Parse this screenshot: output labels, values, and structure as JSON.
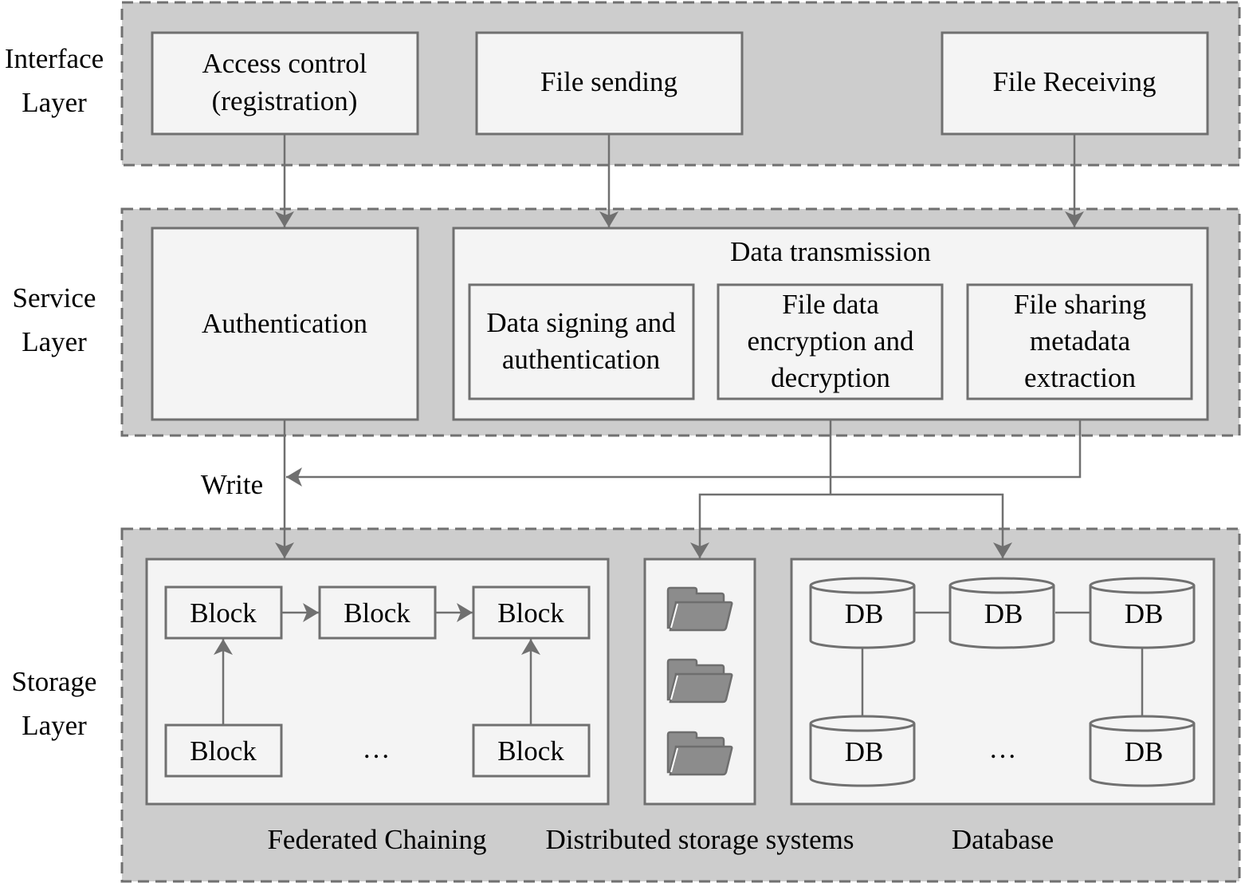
{
  "layers": {
    "interface": {
      "label_line1": "Interface",
      "label_line2": "Layer"
    },
    "service": {
      "label_line1": "Service",
      "label_line2": "Layer"
    },
    "storage": {
      "label_line1": "Storage",
      "label_line2": "Layer"
    }
  },
  "interface_boxes": {
    "access_control": {
      "line1": "Access control",
      "line2": "(registration)"
    },
    "file_sending": {
      "line1": "File sending"
    },
    "file_receiving": {
      "line1": "File Receiving"
    }
  },
  "service_boxes": {
    "authentication": {
      "line1": "Authentication"
    },
    "data_transmission": {
      "title": "Data transmission",
      "signing": {
        "line1": "Data signing and",
        "line2": "authentication"
      },
      "encryption": {
        "line1": "File data",
        "line2": "encryption and",
        "line3": "decryption"
      },
      "metadata": {
        "line1": "File sharing",
        "line2": "metadata",
        "line3": "extraction"
      }
    }
  },
  "connector_labels": {
    "write": "Write"
  },
  "storage": {
    "federated": {
      "caption": "Federated Chaining",
      "blocks": [
        "Block",
        "Block",
        "Block",
        "Block",
        "Block"
      ],
      "ellipsis": "…"
    },
    "distributed": {
      "caption": "Distributed storage systems",
      "icons": [
        "folder-icon",
        "folder-icon",
        "folder-icon"
      ]
    },
    "database": {
      "caption": "Database",
      "nodes": [
        "DB",
        "DB",
        "DB",
        "DB",
        "DB"
      ],
      "ellipsis": "…"
    }
  },
  "colors": {
    "layer_fill": "#cdcdcd",
    "box_fill": "#f4f4f4",
    "stroke": "#707070"
  }
}
